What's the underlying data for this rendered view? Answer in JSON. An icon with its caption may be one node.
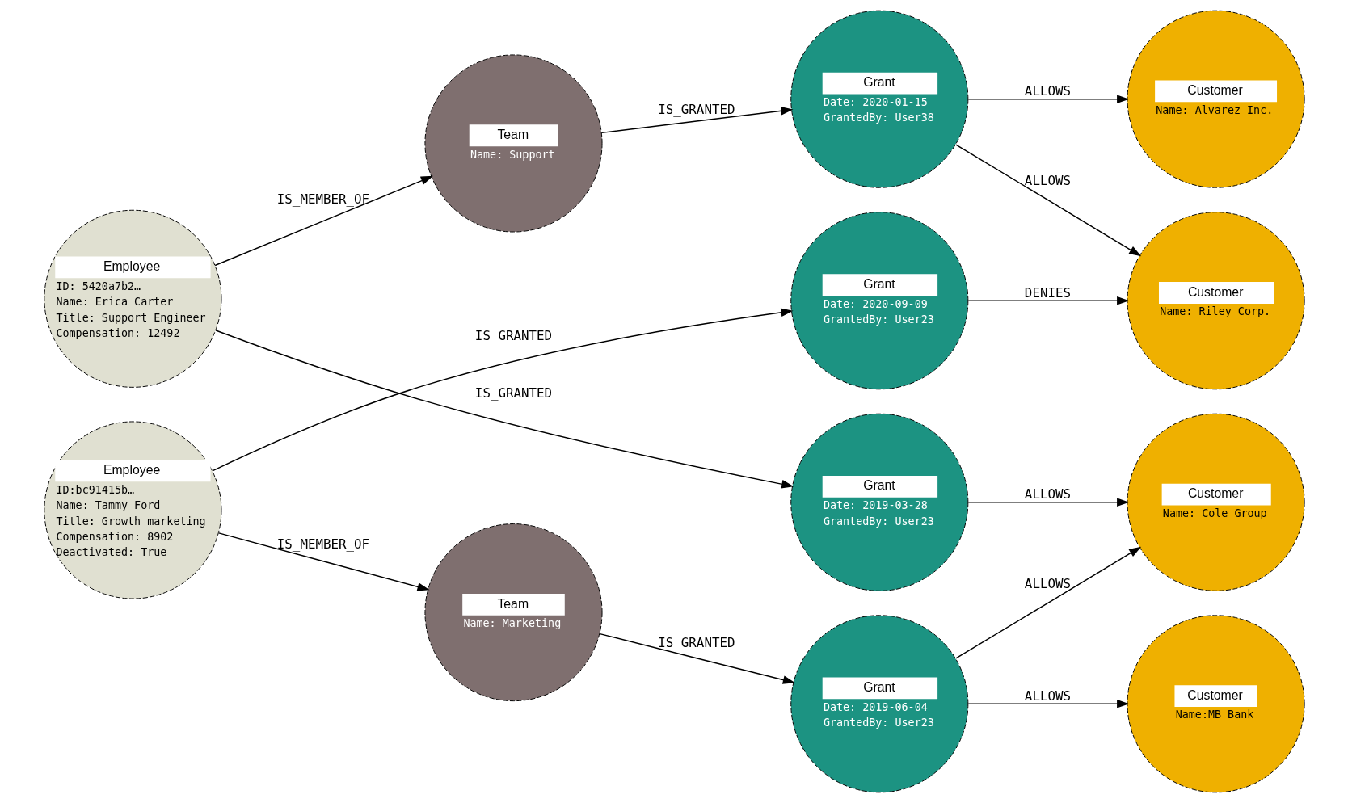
{
  "diagram": {
    "nodes": [
      {
        "text": [
          "Team",
          "Name: Support"
        ]
      },
      {
        "text": [
          "Grant",
          "Date: 2020-01-15",
          "GrantedBy: User38"
        ]
      },
      {
        "text": [
          "Customer",
          "Name: Alvarez Inc."
        ]
      },
      {
        "text": [
          "Employee",
          "ID: 5420a7b2…",
          "Name: Erica Carter",
          "Title: Support Engineer",
          "Compensation: 12492"
        ]
      },
      {
        "text": [
          "Grant",
          "Date: 2019-03-28",
          "GrantedBy: User23"
        ]
      },
      {
        "text": [
          "Customer",
          "Name: Riley Corp."
        ]
      },
      {
        "text": [
          "Employee",
          "ID:bc91415b…",
          "Name: Tammy Ford",
          "Title: Growth marketing",
          "Compensation: 8902",
          "Deactivated: True"
        ]
      },
      {
        "text": [
          "Grant",
          "Date: 2020-09-09",
          "GrantedBy: User23"
        ]
      },
      {
        "text": [
          "Customer",
          "Name: Cole Group"
        ]
      },
      {
        "text": [
          "Team",
          "Name: Marketing"
        ]
      },
      {
        "text": [
          "Grant",
          "Date: 2019-06-04",
          "GrantedBy: User23"
        ]
      },
      {
        "text": [
          "Customer",
          "Name:MB Bank"
        ]
      }
    ],
    "edges": [
      {
        "from": 3,
        "to": 0,
        "arrow": "to",
        "label": "IS_MEMBER_OF"
      },
      {
        "from": 0,
        "to": 1,
        "arrow": "to",
        "label": "IS_GRANTED"
      },
      {
        "from": 1,
        "to": 2,
        "arrow": "to",
        "label": "ALLOWS"
      },
      {
        "from": 1,
        "to": 5,
        "arrow": "to",
        "label": "ALLOWS"
      },
      {
        "from": 3,
        "to": 4,
        "arrow": "to",
        "label": "IS_GRANTED"
      },
      {
        "from": 4,
        "to": 8,
        "arrow": "to",
        "label": "ALLOWS"
      },
      {
        "from": 6,
        "to": 7,
        "arrow": "to",
        "label": "IS_GRANTED"
      },
      {
        "from": 7,
        "to": 5,
        "arrow": "to",
        "label": "DENIES"
      },
      {
        "from": 6,
        "to": 9,
        "arrow": "to",
        "label": "IS_MEMBER_OF"
      },
      {
        "from": 9,
        "to": 10,
        "arrow": "to",
        "label": "IS_GRANTED"
      },
      {
        "from": 10,
        "to": 8,
        "arrow": "to",
        "label": "ALLOWS"
      },
      {
        "from": 10,
        "to": 11,
        "arrow": "to",
        "label": "ALLOWS"
      }
    ]
  }
}
